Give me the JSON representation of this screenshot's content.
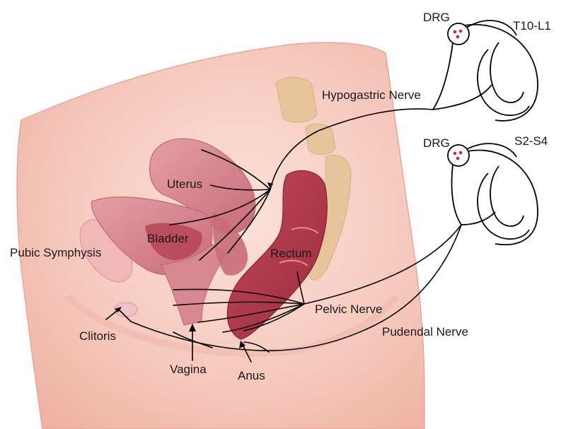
{
  "labels": {
    "drg_upper": "DRG",
    "t10_l1": "T10-L1",
    "hypogastric": "Hypogastric Nerve",
    "drg_lower": "DRG",
    "s2_s4": "S2-S4",
    "uterus": "Uterus",
    "bladder": "Bladder",
    "pubic_symphysis": "Pubic Symphysis",
    "rectum": "Rectum",
    "pelvic": "Pelvic Nerve",
    "pudendal": "Pudendal Nerve",
    "clitoris": "Clitoris",
    "vagina": "Vagina",
    "anus": "Anus"
  },
  "colors": {
    "body": "#f6c9bd",
    "body_edge": "#e8a898",
    "organ": "#d88890",
    "organ_dark": "#b54556",
    "spine": "#e8c49a",
    "drg_dot": "#d0243c"
  }
}
